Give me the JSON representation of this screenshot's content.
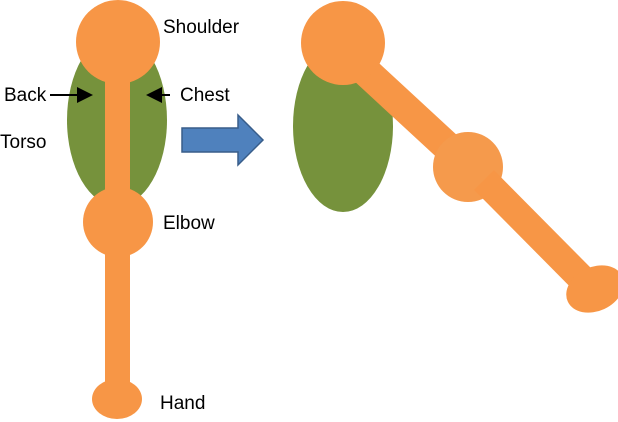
{
  "labels": {
    "shoulder": "Shoulder",
    "back": "Back",
    "chest": "Chest",
    "torso": "Torso",
    "elbow": "Elbow",
    "hand": "Hand"
  },
  "colors": {
    "torso": "#76923C",
    "limb": "#F79646",
    "joint": "#F59A4C",
    "arrow_fill": "#4F81BD",
    "arrow_stroke": "#385D8A"
  }
}
